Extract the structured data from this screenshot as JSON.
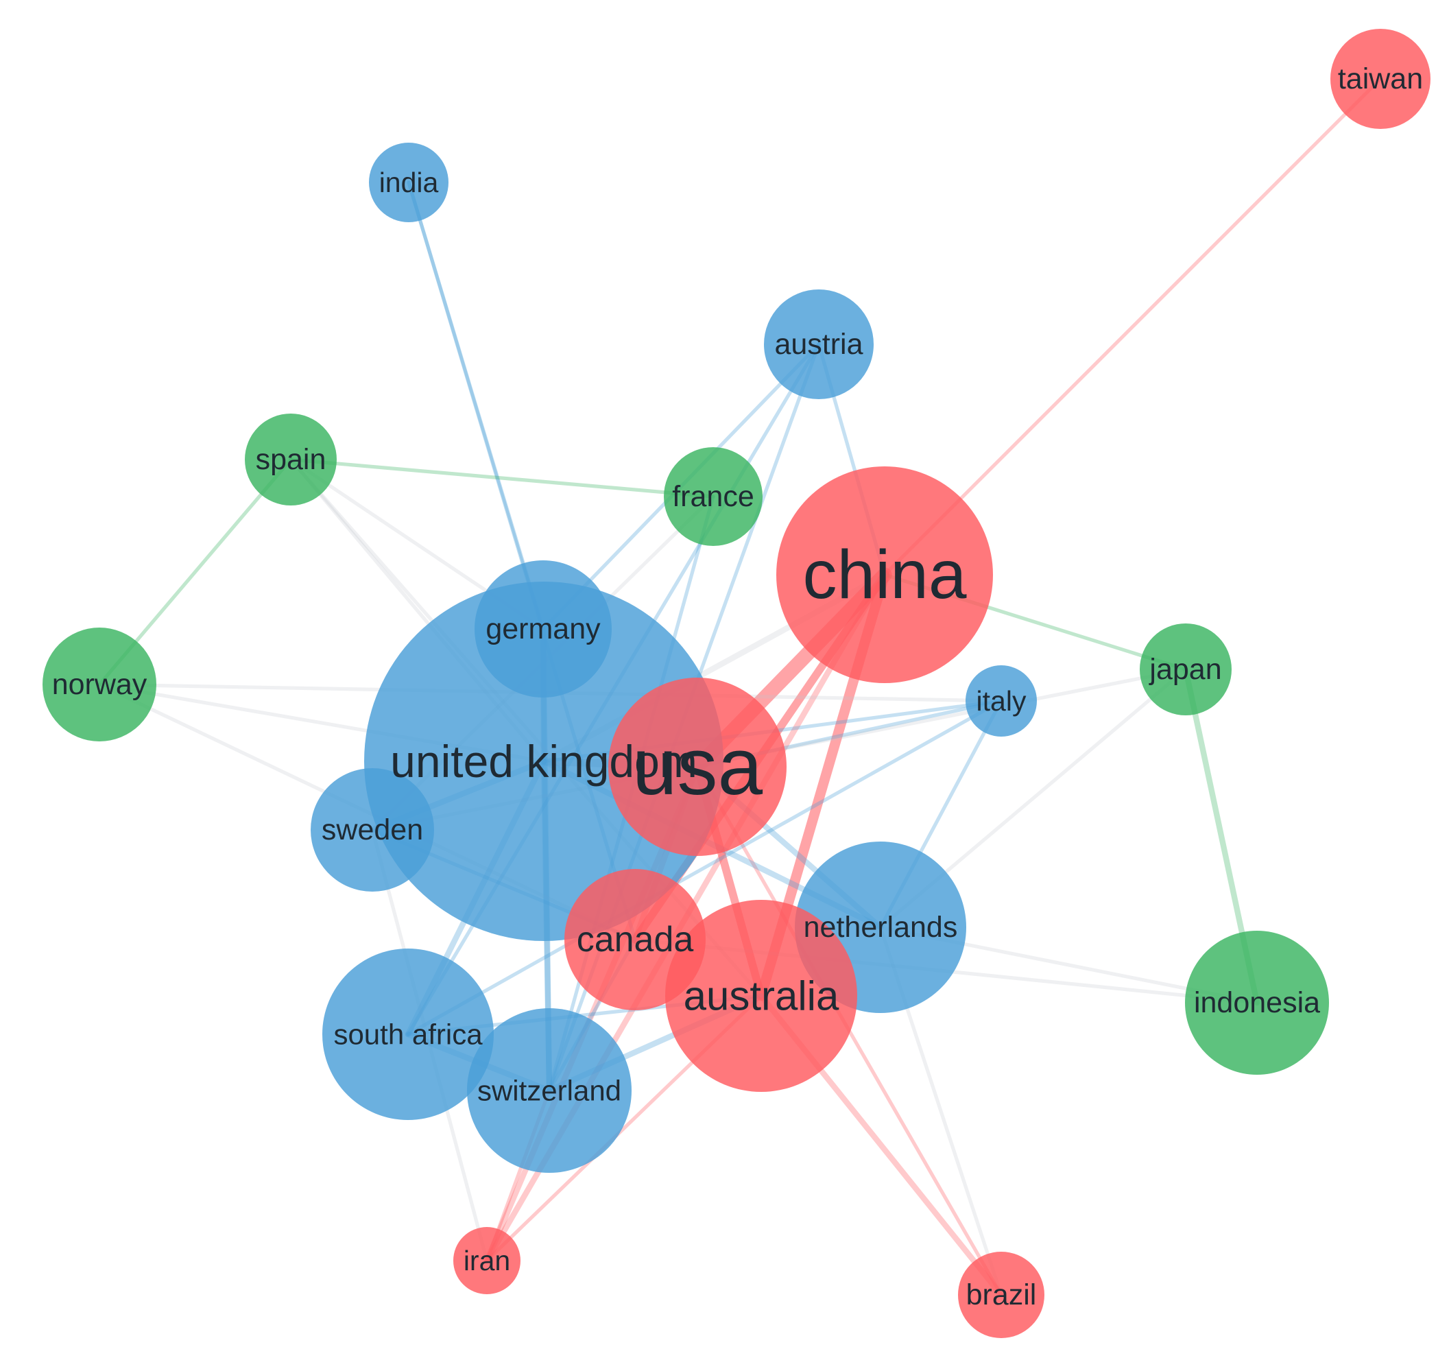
{
  "colors": {
    "blue": "#4a9fd8",
    "red": "#ff5a5f",
    "green": "#3bb562"
  },
  "nodes": [
    {
      "id": "taiwan",
      "label": "taiwan",
      "cluster": "red",
      "size": 1
    },
    {
      "id": "india",
      "label": "india",
      "cluster": "blue",
      "size": 1
    },
    {
      "id": "austria",
      "label": "austria",
      "cluster": "blue",
      "size": 1.3
    },
    {
      "id": "spain",
      "label": "spain",
      "cluster": "green",
      "size": 1.1
    },
    {
      "id": "france",
      "label": "france",
      "cluster": "green",
      "size": 1.2
    },
    {
      "id": "china",
      "label": "china",
      "cluster": "red",
      "size": 2.5
    },
    {
      "id": "germany",
      "label": "germany",
      "cluster": "blue",
      "size": 1.7
    },
    {
      "id": "norway",
      "label": "norway",
      "cluster": "green",
      "size": 1.4
    },
    {
      "id": "japan",
      "label": "japan",
      "cluster": "green",
      "size": 1.1
    },
    {
      "id": "italy",
      "label": "italy",
      "cluster": "blue",
      "size": 0.9
    },
    {
      "id": "united-kingdom",
      "label": "united kingdom",
      "cluster": "blue",
      "size": 4.2
    },
    {
      "id": "usa",
      "label": "usa",
      "cluster": "red",
      "size": 2.2
    },
    {
      "id": "sweden",
      "label": "sweden",
      "cluster": "blue",
      "size": 1.5
    },
    {
      "id": "canada",
      "label": "canada",
      "cluster": "red",
      "size": 1.7
    },
    {
      "id": "netherlands",
      "label": "netherlands",
      "cluster": "blue",
      "size": 2.1
    },
    {
      "id": "australia",
      "label": "australia",
      "cluster": "red",
      "size": 2.3
    },
    {
      "id": "indonesia",
      "label": "indonesia",
      "cluster": "green",
      "size": 1.8
    },
    {
      "id": "south-africa",
      "label": "south africa",
      "cluster": "blue",
      "size": 2.1
    },
    {
      "id": "switzerland",
      "label": "switzerland",
      "cluster": "blue",
      "size": 2.0
    },
    {
      "id": "iran",
      "label": "iran",
      "cluster": "red",
      "size": 0.9
    },
    {
      "id": "brazil",
      "label": "brazil",
      "cluster": "red",
      "size": 1.1
    }
  ],
  "links": [
    {
      "source": "china",
      "target": "taiwan",
      "cluster": "red",
      "weight": 1
    },
    {
      "source": "china",
      "target": "usa",
      "cluster": "red",
      "weight": 6
    },
    {
      "source": "china",
      "target": "australia",
      "cluster": "red",
      "weight": 4
    },
    {
      "source": "china",
      "target": "canada",
      "cluster": "red",
      "weight": 3
    },
    {
      "source": "china",
      "target": "iran",
      "cluster": "red",
      "weight": 2
    },
    {
      "source": "china",
      "target": "japan",
      "cluster": "green",
      "weight": 1
    },
    {
      "source": "china",
      "target": "united-kingdom",
      "cluster": "gray",
      "weight": 2
    },
    {
      "source": "usa",
      "target": "australia",
      "cluster": "red",
      "weight": 3
    },
    {
      "source": "usa",
      "target": "canada",
      "cluster": "red",
      "weight": 2
    },
    {
      "source": "usa",
      "target": "iran",
      "cluster": "red",
      "weight": 2
    },
    {
      "source": "usa",
      "target": "brazil",
      "cluster": "red",
      "weight": 1
    },
    {
      "source": "usa",
      "target": "netherlands",
      "cluster": "blue",
      "weight": 2
    },
    {
      "source": "usa",
      "target": "italy",
      "cluster": "blue",
      "weight": 1
    },
    {
      "source": "usa",
      "target": "united-kingdom",
      "cluster": "gray",
      "weight": 3
    },
    {
      "source": "australia",
      "target": "brazil",
      "cluster": "red",
      "weight": 2
    },
    {
      "source": "australia",
      "target": "iran",
      "cluster": "red",
      "weight": 1
    },
    {
      "source": "australia",
      "target": "switzerland",
      "cluster": "blue",
      "weight": 2
    },
    {
      "source": "australia",
      "target": "south-africa",
      "cluster": "blue",
      "weight": 1
    },
    {
      "source": "united-kingdom",
      "target": "germany",
      "cluster": "blue",
      "weight": 2
    },
    {
      "source": "united-kingdom",
      "target": "sweden",
      "cluster": "blue",
      "weight": 2
    },
    {
      "source": "united-kingdom",
      "target": "south-africa",
      "cluster": "blue",
      "weight": 2
    },
    {
      "source": "united-kingdom",
      "target": "switzerland",
      "cluster": "blue",
      "weight": 2
    },
    {
      "source": "united-kingdom",
      "target": "netherlands",
      "cluster": "blue",
      "weight": 2
    },
    {
      "source": "united-kingdom",
      "target": "norway",
      "cluster": "gray",
      "weight": 1
    },
    {
      "source": "united-kingdom",
      "target": "spain",
      "cluster": "gray",
      "weight": 1
    },
    {
      "source": "united-kingdom",
      "target": "italy",
      "cluster": "blue",
      "weight": 1
    },
    {
      "source": "germany",
      "target": "india",
      "cluster": "blue",
      "weight": 1
    },
    {
      "source": "germany",
      "target": "austria",
      "cluster": "blue",
      "weight": 1
    },
    {
      "source": "germany",
      "target": "switzerland",
      "cluster": "blue",
      "weight": 2
    },
    {
      "source": "germany",
      "target": "spain",
      "cluster": "gray",
      "weight": 1
    },
    {
      "source": "india",
      "target": "canada",
      "cluster": "blue",
      "weight": 1
    },
    {
      "source": "austria",
      "target": "south-africa",
      "cluster": "blue",
      "weight": 1
    },
    {
      "source": "austria",
      "target": "switzerland",
      "cluster": "blue",
      "weight": 1
    },
    {
      "source": "austria",
      "target": "china",
      "cluster": "blue",
      "weight": 1
    },
    {
      "source": "spain",
      "target": "norway",
      "cluster": "green",
      "weight": 1
    },
    {
      "source": "spain",
      "target": "france",
      "cluster": "green",
      "weight": 1
    },
    {
      "source": "spain",
      "target": "australia",
      "cluster": "gray",
      "weight": 1
    },
    {
      "source": "france",
      "target": "switzerland",
      "cluster": "blue",
      "weight": 1
    },
    {
      "source": "france",
      "target": "sweden",
      "cluster": "gray",
      "weight": 1
    },
    {
      "source": "norway",
      "target": "italy",
      "cluster": "gray",
      "weight": 1
    },
    {
      "source": "norway",
      "target": "canada",
      "cluster": "gray",
      "weight": 1
    },
    {
      "source": "japan",
      "target": "indonesia",
      "cluster": "green",
      "weight": 2
    },
    {
      "source": "japan",
      "target": "sweden",
      "cluster": "gray",
      "weight": 1
    },
    {
      "source": "japan",
      "target": "netherlands",
      "cluster": "gray",
      "weight": 1
    },
    {
      "source": "italy",
      "target": "netherlands",
      "cluster": "blue",
      "weight": 1
    },
    {
      "source": "italy",
      "target": "south-africa",
      "cluster": "blue",
      "weight": 1
    },
    {
      "source": "netherlands",
      "target": "indonesia",
      "cluster": "gray",
      "weight": 1
    },
    {
      "source": "netherlands",
      "target": "brazil",
      "cluster": "gray",
      "weight": 1
    },
    {
      "source": "sweden",
      "target": "canada",
      "cluster": "blue",
      "weight": 1
    },
    {
      "source": "sweden",
      "target": "iran",
      "cluster": "gray",
      "weight": 1
    },
    {
      "source": "south-africa",
      "target": "switzerland",
      "cluster": "blue",
      "weight": 2
    },
    {
      "source": "switzerland",
      "target": "canada",
      "cluster": "blue",
      "weight": 1
    },
    {
      "source": "switzerland",
      "target": "iran",
      "cluster": "red",
      "weight": 1
    },
    {
      "source": "canada",
      "target": "indonesia",
      "cluster": "gray",
      "weight": 1
    }
  ]
}
